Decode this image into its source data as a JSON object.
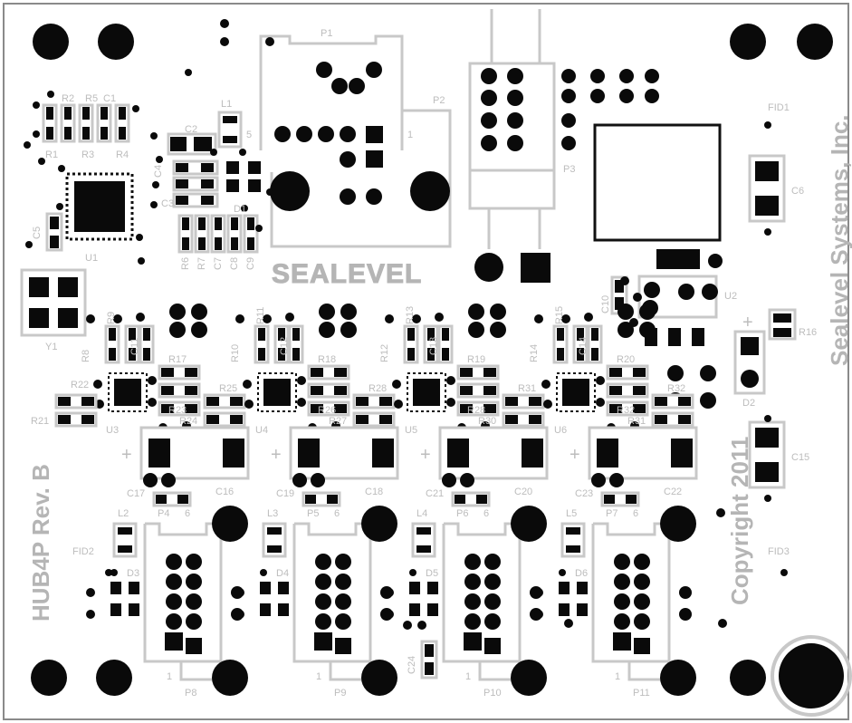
{
  "board": {
    "company": "Sealevel Systems, Inc.",
    "copyright": "Copyright 2011",
    "model": "HUB4P Rev. B",
    "logo": "SEALEVEL"
  },
  "labels": {
    "p1": "P1",
    "p2": "P2",
    "p3": "P3",
    "pin5": "5",
    "pin1": "1",
    "r1": "R1",
    "r2": "R2",
    "r3": "R3",
    "r4": "R4",
    "r5": "R5",
    "r6": "R6",
    "r7": "R7",
    "r8": "R8",
    "r9": "R9",
    "r10": "R10",
    "r11": "R11",
    "r12": "R12",
    "r13": "R13",
    "r14": "R14",
    "r15": "R15",
    "r16": "R16",
    "r17": "R17",
    "r18": "R18",
    "r19": "R19",
    "r20": "R20",
    "r21": "R21",
    "r22": "R22",
    "r23": "R23",
    "r24": "R24",
    "r25": "R25",
    "r26": "R26",
    "r27": "R27",
    "r28": "R28",
    "r29": "R29",
    "r30": "R30",
    "r31": "R31",
    "r32": "R32",
    "c1": "C1",
    "c2": "C2",
    "c3": "C3",
    "c4": "C4",
    "c5": "C5",
    "c6": "C6",
    "c7": "C7",
    "c8": "C8",
    "c9": "C9",
    "c10": "C10",
    "c11": "C11",
    "c12": "C12",
    "c13": "C13",
    "c14": "C14",
    "c15": "C15",
    "c16": "C16",
    "c17": "C17",
    "c18": "C18",
    "c19": "C19",
    "c20": "C20",
    "c21": "C21",
    "c22": "C22",
    "c23": "C23",
    "c24": "C24",
    "l1": "L1",
    "l2": "L2",
    "l3": "L3",
    "l4": "L4",
    "l5": "L5",
    "u1": "U1",
    "u2": "U2",
    "u3": "U3",
    "u4": "U4",
    "u5": "U5",
    "u6": "U6",
    "y1": "Y1",
    "d2": "D2",
    "d3": "D3",
    "d4": "D4",
    "d5": "D5",
    "d6": "D6",
    "fid1": "FID1",
    "fid2": "FID2",
    "fid3": "FID3",
    "p4": "P4",
    "p5": "P5",
    "p6": "P6",
    "p7": "P7",
    "p8": "P8",
    "p9": "P9",
    "p10": "P10",
    "p11": "P11",
    "plus": "+",
    "minus": "-",
    "six": "6",
    "one": "1"
  }
}
